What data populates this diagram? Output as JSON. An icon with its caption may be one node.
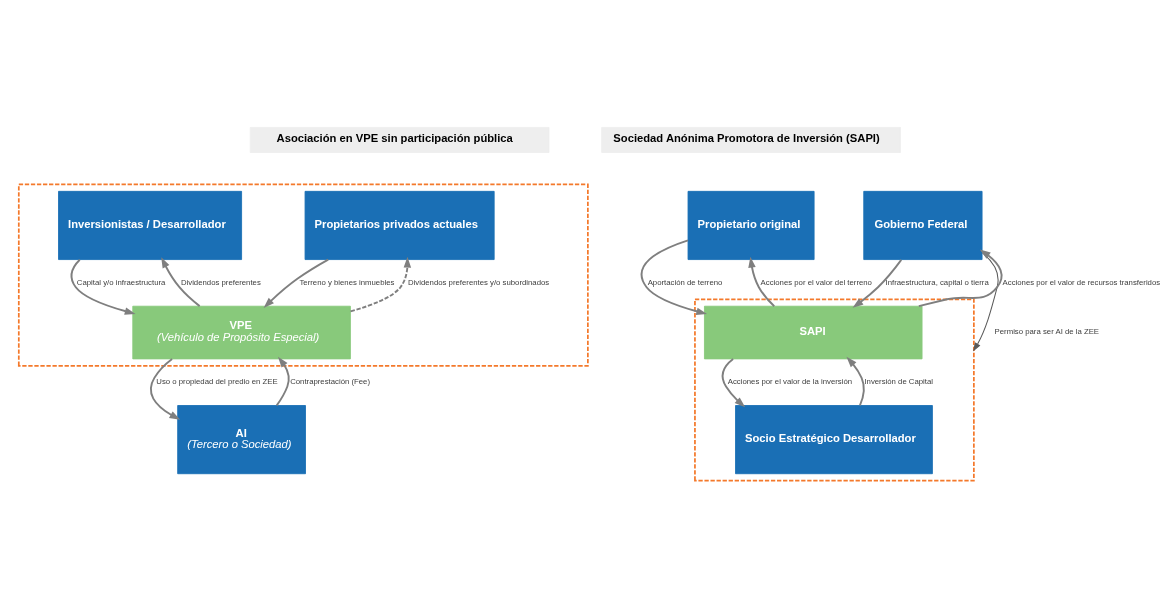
{
  "diagram": {
    "nodes": [
      {
        "text": [
          "Asociación en VPE sin participación pública"
        ]
      },
      {
        "text": [],
        "shape": "box"
      },
      {
        "text": [
          "Propietarios privados actuales"
        ],
        "in": 1
      },
      {
        "text": [
          "Inversionistas / Desarrollador"
        ],
        "in": 1
      },
      {
        "text": [
          "VPE",
          "(Vehículo de Propósito Especial)"
        ],
        "in": 1
      },
      {
        "text": [
          "AI",
          "(Tercero o Sociedad)"
        ]
      },
      {
        "text": [
          "Sociedad Anónima Promotora de Inversión (SAPI)"
        ]
      },
      {
        "text": [
          "Propietario original"
        ]
      },
      {
        "text": [
          "Gobierno Federal"
        ]
      },
      {
        "text": [],
        "shape": "box"
      },
      {
        "text": [
          "SAPI"
        ],
        "in": 9
      },
      {
        "text": [
          "Socio Estratégico Desarrollador"
        ],
        "in": 9
      }
    ],
    "edges": [
      {
        "from": 2,
        "to": 4,
        "arrow": "to",
        "label": "Terreno y bienes inmuebles"
      },
      {
        "from": 4,
        "to": 2,
        "arrow": "to",
        "label": "Dividendos preferentes y/o subordinados",
        "style": "dashed"
      },
      {
        "from": 4,
        "to": 3,
        "arrow": "to",
        "label": "Dividendos preferentes"
      },
      {
        "from": 3,
        "to": 4,
        "arrow": "to",
        "label": "Capital y/o infraestructura"
      },
      {
        "from": 5,
        "to": 4,
        "arrow": "to",
        "label": "Contraprestación (Fee)"
      },
      {
        "from": 4,
        "to": 5,
        "arrow": "to",
        "label": "Uso o propiedad del predio en ZEE"
      },
      {
        "from": 7,
        "to": 10,
        "arrow": "to",
        "label": "Aportación de terreno"
      },
      {
        "from": 10,
        "to": 7,
        "arrow": "to",
        "label": "Acciones por el valor del terreno"
      },
      {
        "from": 8,
        "to": 10,
        "arrow": "to",
        "label": "Infraestructura, capital o tierra"
      },
      {
        "from": 10,
        "to": 8,
        "arrow": "to",
        "label": "Acciones por el valor de recursos transferidos"
      },
      {
        "from": 8,
        "to": 9,
        "arrow": "to",
        "label": "Permiso para ser AI de la ZEE",
        "color": "#595959"
      },
      {
        "from": 11,
        "to": 10,
        "arrow": "to",
        "label": "Inversión de Capital"
      },
      {
        "from": 10,
        "to": 11,
        "arrow": "to",
        "label": "Acciones por el valor de la inversión"
      }
    ]
  }
}
